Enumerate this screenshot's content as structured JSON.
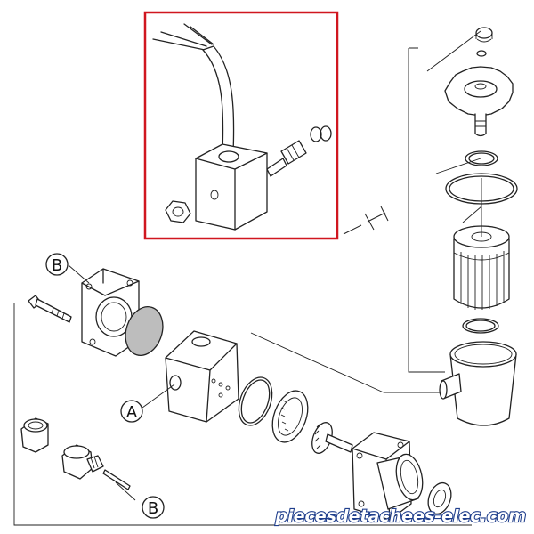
{
  "callouts": {
    "a": "A",
    "b_top": "B",
    "b_bottom": "B"
  },
  "highlight": {
    "color": "#d0161f"
  },
  "watermark": {
    "text": "piecesdetachees-elec.com",
    "fill_color": "#ffffff",
    "outline_color": "#1f3e8c"
  }
}
